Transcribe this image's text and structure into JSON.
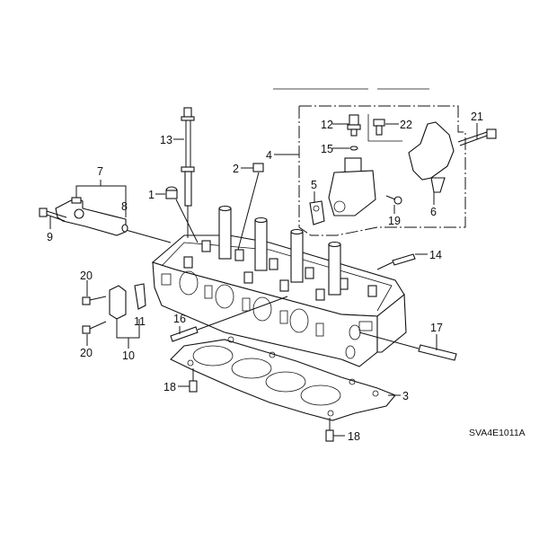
{
  "diagram": {
    "title": "Cylinder Head exploded parts diagram",
    "code": "SVA4E1011A",
    "callouts": [
      {
        "id": "c1",
        "label": "1",
        "part": "cap-plug"
      },
      {
        "id": "c2",
        "label": "2",
        "part": "cap-plug-small"
      },
      {
        "id": "c3",
        "label": "3",
        "part": "head-gasket"
      },
      {
        "id": "c4",
        "label": "4",
        "part": "vtc-spool-valve-assembly"
      },
      {
        "id": "c5",
        "label": "5",
        "part": "spool-valve-gasket"
      },
      {
        "id": "c6",
        "label": "6",
        "part": "bracket"
      },
      {
        "id": "c7",
        "label": "7",
        "part": "vtc-solenoid-assembly"
      },
      {
        "id": "c8",
        "label": "8",
        "part": "o-ring"
      },
      {
        "id": "c9",
        "label": "9",
        "part": "flange-bolt"
      },
      {
        "id": "c10",
        "label": "10",
        "part": "cover-assembly"
      },
      {
        "id": "c11",
        "label": "11",
        "part": "cover-gasket"
      },
      {
        "id": "c12",
        "label": "12",
        "part": "pressure-switch"
      },
      {
        "id": "c13",
        "label": "13",
        "part": "head-bolt"
      },
      {
        "id": "c14",
        "label": "14",
        "part": "stud-bolt"
      },
      {
        "id": "c15",
        "label": "15",
        "part": "washer"
      },
      {
        "id": "c16",
        "label": "16",
        "part": "stud-bolt"
      },
      {
        "id": "c17",
        "label": "17",
        "part": "stud-bolt"
      },
      {
        "id": "c18a",
        "label": "18",
        "part": "dowel-pin"
      },
      {
        "id": "c18b",
        "label": "18",
        "part": "dowel-pin"
      },
      {
        "id": "c19",
        "label": "19",
        "part": "flange-bolt"
      },
      {
        "id": "c20a",
        "label": "20",
        "part": "flange-bolt"
      },
      {
        "id": "c20b",
        "label": "20",
        "part": "flange-bolt"
      },
      {
        "id": "c21",
        "label": "21",
        "part": "flange-bolt"
      },
      {
        "id": "c22",
        "label": "22",
        "part": "flange-bolt"
      }
    ]
  }
}
